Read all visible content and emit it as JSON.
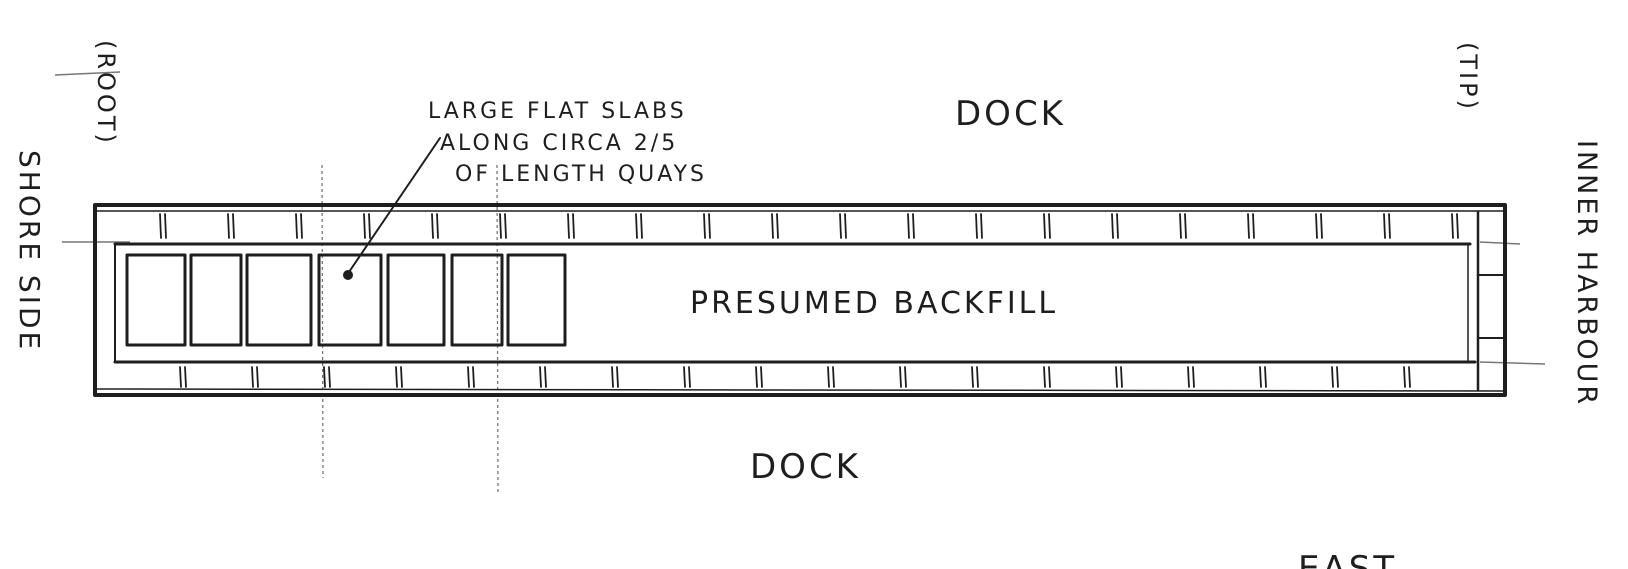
{
  "labels": {
    "root": "(ROOT)",
    "tip": "(TIP)",
    "shore_side": "SHORE SIDE",
    "inner_harbour": "INNER HARBOUR",
    "dock_top": "DOCK",
    "dock_bottom": "DOCK",
    "presumed_backfill": "PRESUMED BACKFILL",
    "east": "EAST",
    "annotation_line1": "LARGE FLAT SLABS",
    "annotation_line2": "ALONG CIRCA 2/5",
    "annotation_line3": "OF LENGTH QUAYS"
  },
  "diagram": {
    "slab_count": 7,
    "colors": {
      "ink": "#1e1e1e",
      "paper": "#ffffff",
      "guide": "#777777"
    }
  }
}
